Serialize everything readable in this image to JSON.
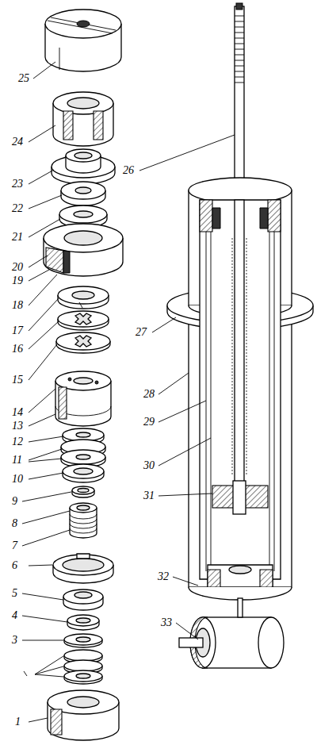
{
  "diagram": {
    "labels": [
      "25",
      "24",
      "23",
      "22",
      "21",
      "20",
      "19",
      "18",
      "17",
      "16",
      "15",
      "14",
      "13",
      "12",
      "11",
      "10",
      "9",
      "8",
      "7",
      "6",
      "5",
      "4",
      "3",
      "1",
      "26",
      "27",
      "28",
      "29",
      "30",
      "31",
      "32",
      "33"
    ]
  }
}
